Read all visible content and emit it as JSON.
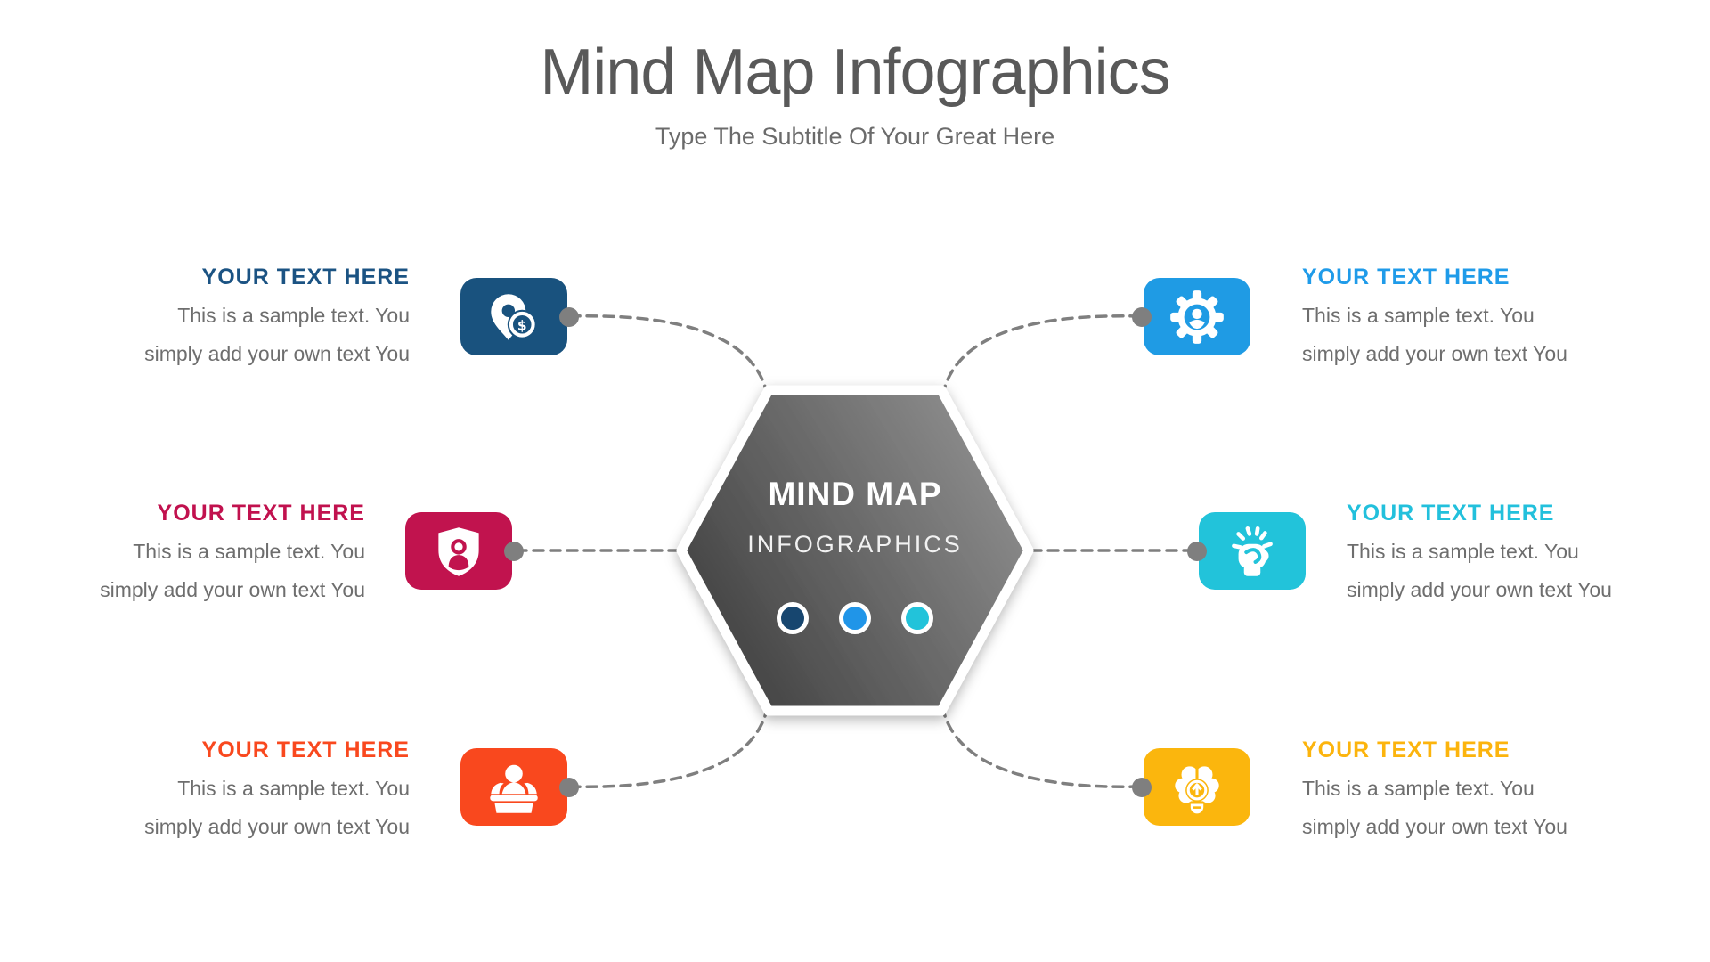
{
  "title": "Mind Map Infographics",
  "subtitle": "Type The Subtitle Of Your Great Here",
  "center": {
    "line1": "MIND MAP",
    "line2": "INFOGRAPHICS",
    "dot_colors": [
      "#17466F",
      "#2095E8",
      "#22C3DA"
    ]
  },
  "connector_color": "#7F7F7F",
  "nodes": [
    {
      "position": "top-left",
      "heading": "YOUR TEXT HERE",
      "body": "This is a sample text. You simply add your own text You",
      "color": "#19527E",
      "heading_color": "#1B5383",
      "icon": "location-dollar-icon",
      "icon_glyph": "$"
    },
    {
      "position": "middle-left",
      "heading": "YOUR TEXT HERE",
      "body": "This is a sample text. You simply add your own text You",
      "color": "#C1134E",
      "heading_color": "#C1114E",
      "icon": "shield-user-icon"
    },
    {
      "position": "bottom-left",
      "heading": "YOUR TEXT HERE",
      "body": "This is a sample text. You simply add your own text You",
      "color": "#F9481E",
      "heading_color": "#F9481E",
      "icon": "reception-desk-icon"
    },
    {
      "position": "top-right",
      "heading": "YOUR TEXT HERE",
      "body": "This is a sample text. You simply add your own text You",
      "color": "#1F9BE4",
      "heading_color": "#1F9BE9",
      "icon": "gear-user-icon"
    },
    {
      "position": "middle-right",
      "heading": "YOUR TEXT HERE",
      "body": "This is a sample text. You simply add your own text You",
      "color": "#22C3DA",
      "heading_color": "#22C0DC",
      "icon": "fist-rays-icon"
    },
    {
      "position": "bottom-right",
      "heading": "YOUR TEXT HERE",
      "body": "This is a sample text. You simply add your own text You",
      "color": "#FBB60D",
      "heading_color": "#FCB40D",
      "icon": "brain-arrow-icon"
    }
  ]
}
